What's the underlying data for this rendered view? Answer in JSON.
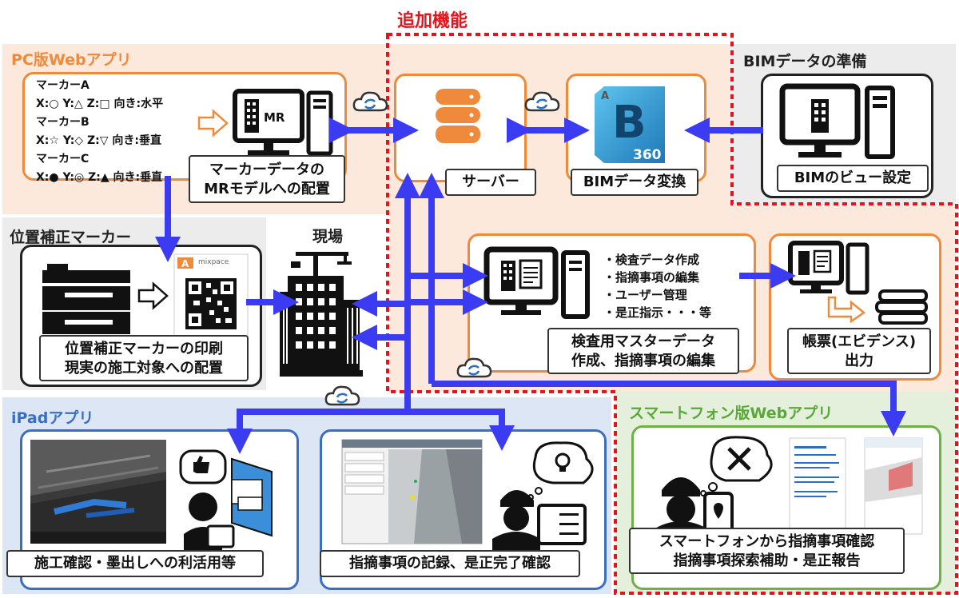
{
  "colors": {
    "arrow": "#3b3bf2",
    "pc_bg": "#fce9dc",
    "pc_border": "#ef8a3c",
    "ipad_bg": "#dde6f4",
    "ipad_border": "#3a6ec2",
    "phone_bg": "#e4f0dc",
    "phone_border": "#6fb04a",
    "dash_red": "#e5141c",
    "gray_bg": "#ececec",
    "title_orange": "#ef8a3c",
    "title_blue": "#3a6ec2",
    "title_green": "#5aa838"
  },
  "headings": {
    "added_features": "追加機能",
    "pc_app": "PC版Webアプリ",
    "bim_prep": "BIMデータの準備",
    "marker": "位置補正マーカー",
    "site": "現場",
    "ipad_app": "iPadアプリ",
    "phone_app": "スマートフォン版Webアプリ"
  },
  "markers": [
    {
      "name": "マーカーA",
      "coords": "X:○ Y:△ Z:□ 向き:水平"
    },
    {
      "name": "マーカーB",
      "coords": "X:☆ Y:◇ Z:▽ 向き:垂直"
    },
    {
      "name": "マーカーC",
      "coords": "X:● Y:◎ Z:▲ 向き:垂直"
    }
  ],
  "labels": {
    "marker_mr_1": "マーカーデータの",
    "marker_mr_2": "MRモデルへの配置",
    "mr_screen": "MR",
    "server": "サーバー",
    "bim_convert": "BIMデータ変換",
    "bim_view": "BIMのビュー設定",
    "print_1": "位置補正マーカーの印刷",
    "print_2": "現実の施工対象への配置",
    "master_1": "検査用マスターデータ",
    "master_2": "作成、指摘事項の編集",
    "report_1": "帳票(エビデンス)",
    "report_2": "出力",
    "ipad_1": "施工確認・墨出しへの利活用等",
    "ipad_2": "指摘事項の記録、是正完了確認",
    "phone_1": "スマートフォンから指摘事項確認",
    "phone_2": "指摘事項探索補助・是正報告",
    "bim360": "360",
    "bim_b": "B",
    "bim_a": "A",
    "qr_a": "A",
    "qr_brand": "mixpace"
  },
  "bullets": [
    "・検査データ作成",
    "・指摘事項の編集",
    "・ユーザー管理",
    "・是正指示・・・等"
  ]
}
